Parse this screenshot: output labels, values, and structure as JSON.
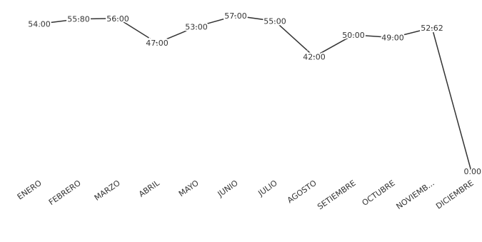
{
  "chart_data": {
    "type": "line",
    "categories": [
      "ENERO",
      "FEBRERO",
      "MARZO",
      "ABRIL",
      "MAYO",
      "JUNIO",
      "JULIO",
      "AGOSTO",
      "SETIEMBRE",
      "OCTUBRE",
      "NOVIEMB...",
      "DICIEMBRE"
    ],
    "values": [
      54.0,
      55.8,
      56.0,
      47.0,
      53.0,
      57.0,
      55.0,
      42.0,
      50.0,
      49.0,
      52.62,
      0.0
    ],
    "data_labels": [
      "54.00",
      "55.80",
      "56.00",
      "47.00",
      "53.00",
      "57.00",
      "55.00",
      "42.00",
      "50.00",
      "49.00",
      "52.62",
      "0.00"
    ],
    "title": "",
    "xlabel": "",
    "ylabel": "",
    "ylim": [
      0,
      57
    ],
    "grid": false,
    "line_color": "#333333"
  }
}
